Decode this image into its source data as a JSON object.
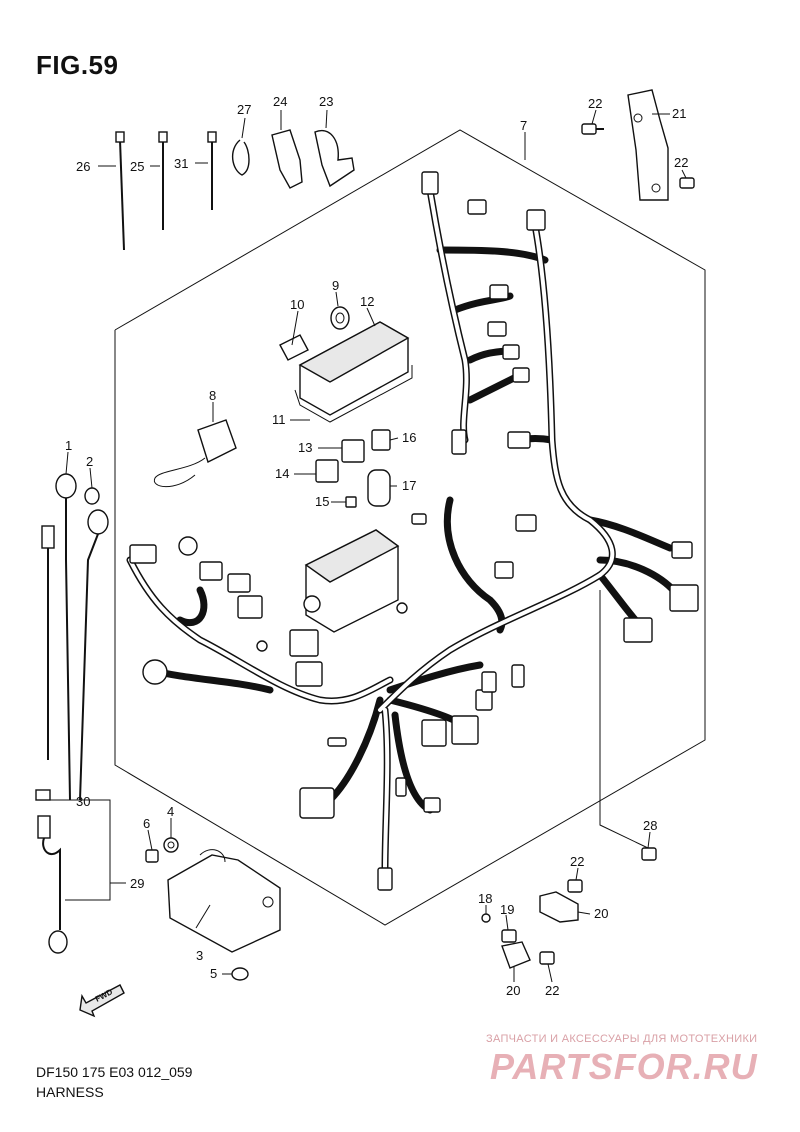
{
  "figure": {
    "title": "FIG.59",
    "code": "DF150 175 E03 012_059",
    "name": "HARNESS"
  },
  "watermark": {
    "line1": "ЗАПЧАСТИ И АКСЕССУАРЫ ДЛЯ МОТОТЕХНИКИ",
    "line2": "PARTSFOR.RU"
  },
  "fwd_label": "FWD",
  "callouts": [
    "1",
    "2",
    "3",
    "4",
    "5",
    "6",
    "7",
    "8",
    "9",
    "10",
    "11",
    "12",
    "13",
    "14",
    "15",
    "16",
    "17",
    "18",
    "19",
    "20",
    "20",
    "21",
    "22",
    "22",
    "22",
    "22",
    "22",
    "23",
    "24",
    "25",
    "26",
    "27",
    "28",
    "29",
    "30",
    "31"
  ]
}
